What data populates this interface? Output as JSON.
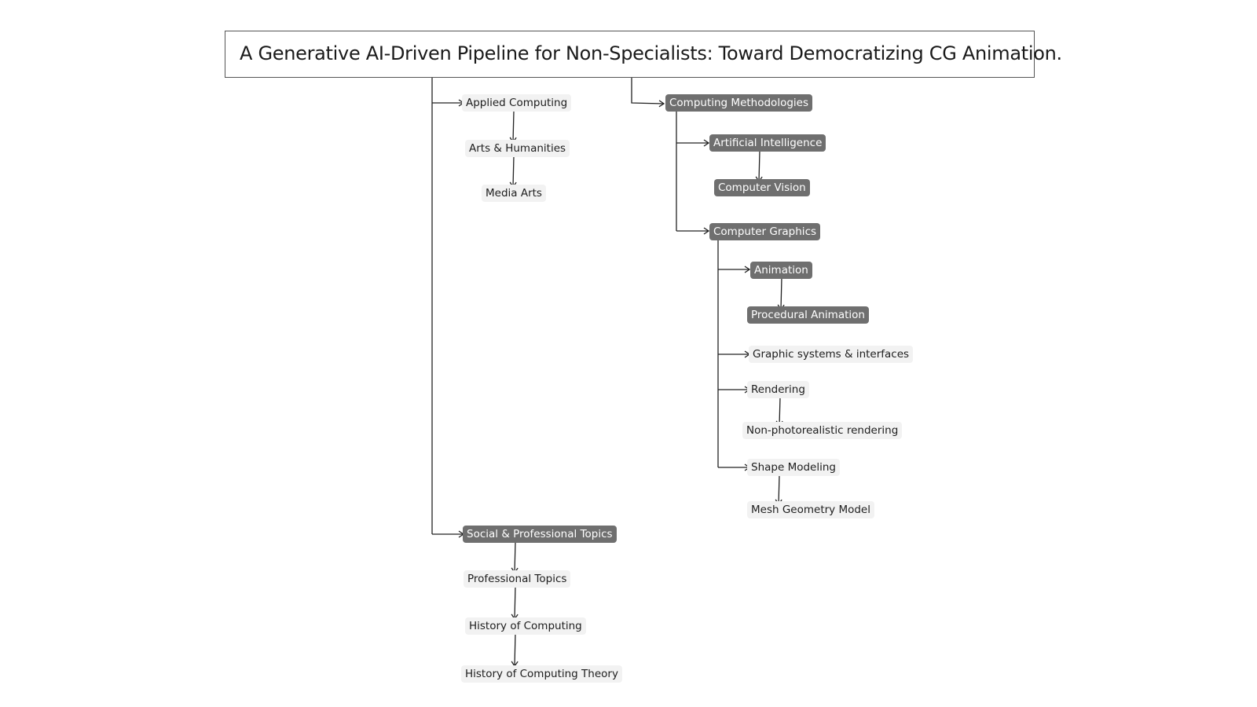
{
  "title": "A Generative AI-Driven Pipeline for Non-Specialists: Toward Democratizing CG Animation.",
  "colors": {
    "dark_node": "#6f6f6f",
    "light_node": "#f2f2f2",
    "line": "#222222"
  },
  "nodes": {
    "applied_computing": {
      "label": "Applied Computing",
      "style": "light"
    },
    "arts_humanities": {
      "label": "Arts & Humanities",
      "style": "light"
    },
    "media_arts": {
      "label": "Media Arts",
      "style": "light"
    },
    "computing_methodologies": {
      "label": "Computing Methodologies",
      "style": "dark"
    },
    "artificial_intelligence": {
      "label": "Artificial Intelligence",
      "style": "dark"
    },
    "computer_vision": {
      "label": "Computer Vision",
      "style": "dark"
    },
    "computer_graphics": {
      "label": "Computer Graphics",
      "style": "dark"
    },
    "animation": {
      "label": "Animation",
      "style": "dark"
    },
    "procedural_animation": {
      "label": "Procedural Animation",
      "style": "dark"
    },
    "graphic_systems": {
      "label": "Graphic systems & interfaces",
      "style": "light"
    },
    "rendering": {
      "label": "Rendering",
      "style": "light"
    },
    "npr": {
      "label": "Non-photorealistic rendering",
      "style": "light"
    },
    "shape_modeling": {
      "label": "Shape Modeling",
      "style": "light"
    },
    "mesh_geometry": {
      "label": "Mesh Geometry Model",
      "style": "light"
    },
    "social_professional": {
      "label": "Social & Professional Topics",
      "style": "dark"
    },
    "professional_topics": {
      "label": "Professional Topics",
      "style": "light"
    },
    "history_computing": {
      "label": "History of Computing",
      "style": "light"
    },
    "history_theory": {
      "label": "History of Computing Theory",
      "style": "light"
    }
  },
  "edges": [
    [
      "title",
      "applied_computing"
    ],
    [
      "applied_computing",
      "arts_humanities"
    ],
    [
      "arts_humanities",
      "media_arts"
    ],
    [
      "title",
      "computing_methodologies"
    ],
    [
      "computing_methodologies",
      "artificial_intelligence"
    ],
    [
      "artificial_intelligence",
      "computer_vision"
    ],
    [
      "computing_methodologies",
      "computer_graphics"
    ],
    [
      "computer_graphics",
      "animation"
    ],
    [
      "animation",
      "procedural_animation"
    ],
    [
      "computer_graphics",
      "graphic_systems"
    ],
    [
      "computer_graphics",
      "rendering"
    ],
    [
      "rendering",
      "npr"
    ],
    [
      "computer_graphics",
      "shape_modeling"
    ],
    [
      "shape_modeling",
      "mesh_geometry"
    ],
    [
      "title",
      "social_professional"
    ],
    [
      "social_professional",
      "professional_topics"
    ],
    [
      "professional_topics",
      "history_computing"
    ],
    [
      "history_computing",
      "history_theory"
    ]
  ]
}
